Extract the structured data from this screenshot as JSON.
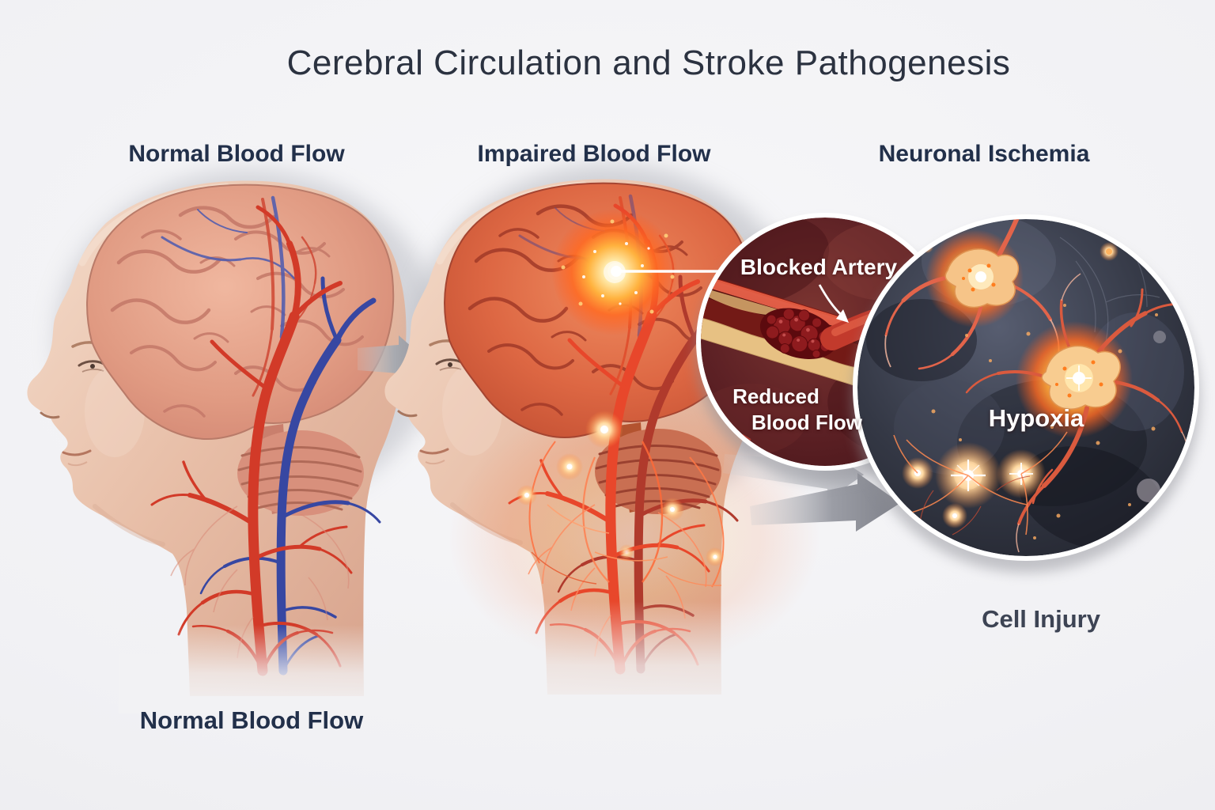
{
  "title": "Cerebral Circulation and Stroke Pathogenesis",
  "sections": [
    {
      "id": "normal",
      "label": "Normal Blood Flow"
    },
    {
      "id": "impaired",
      "label": "Impaired Blood Flow"
    },
    {
      "id": "ischemia",
      "label": "Neuronal Ischemia"
    }
  ],
  "insets": {
    "blocked_artery": {
      "label": "Blocked Artery",
      "caption_lines": [
        "Reduced",
        "Blood Flow"
      ]
    },
    "neuronal": {
      "label": "Hypoxia"
    }
  },
  "captions": {
    "cell_injury": "Cell Injury",
    "footer_normal_flow": "Normal Blood Flow"
  },
  "colors": {
    "background": "#F1F1F4",
    "title_text": "#2B3240",
    "heading_text": "#22304A",
    "caption_text": "#3D4454",
    "white_label": "#FFFFFF",
    "artery_red": "#D23A28",
    "vein_blue": "#3747A2",
    "ischemia_orange": "#FF7A30",
    "arrow_gray": "#9EA0A8",
    "inset_maroon": "#5D2125",
    "inset_slate": "#2B2E3A"
  }
}
